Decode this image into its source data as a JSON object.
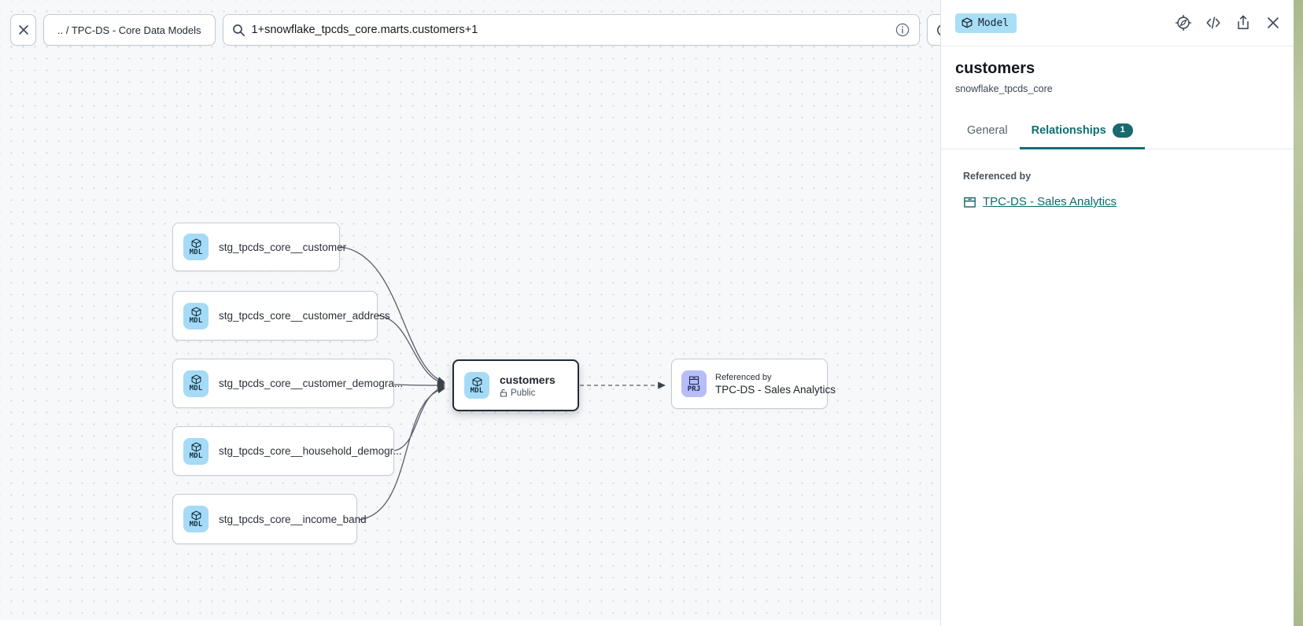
{
  "topbar": {
    "breadcrumb": ".. / TPC-DS - Core Data Models",
    "search_value": "1+snowflake_tpcds_core.marts.customers+1"
  },
  "canvas": {
    "nodes": [
      {
        "badge": "MDL",
        "label": "stg_tpcds_core__customer"
      },
      {
        "badge": "MDL",
        "label": "stg_tpcds_core__customer_address"
      },
      {
        "badge": "MDL",
        "label": "stg_tpcds_core__customer_demogra..."
      },
      {
        "badge": "MDL",
        "label": "stg_tpcds_core__household_demogr..."
      },
      {
        "badge": "MDL",
        "label": "stg_tpcds_core__income_band"
      }
    ],
    "center_node": {
      "badge": "MDL",
      "label": "customers",
      "access": "Public"
    },
    "project_node": {
      "badge": "PRJ",
      "caption": "Referenced by",
      "label": "TPC-DS - Sales Analytics"
    }
  },
  "panel": {
    "type_badge": "Model",
    "title": "customers",
    "subtitle": "snowflake_tpcds_core",
    "tabs": [
      {
        "label": "General"
      },
      {
        "label": "Relationships",
        "badge": "1"
      }
    ],
    "section_label": "Referenced by",
    "reference_link": "TPC-DS - Sales Analytics"
  },
  "colors": {
    "accent_teal": "#0d6e73",
    "link_teal": "#11696e",
    "model_icon_bg": "#a5dbf7",
    "project_icon_bg": "#b7bdf8",
    "badge_bg": "#a9def7",
    "canvas_bg": "#f7f8fa",
    "edge_stroke": "#565d67"
  }
}
